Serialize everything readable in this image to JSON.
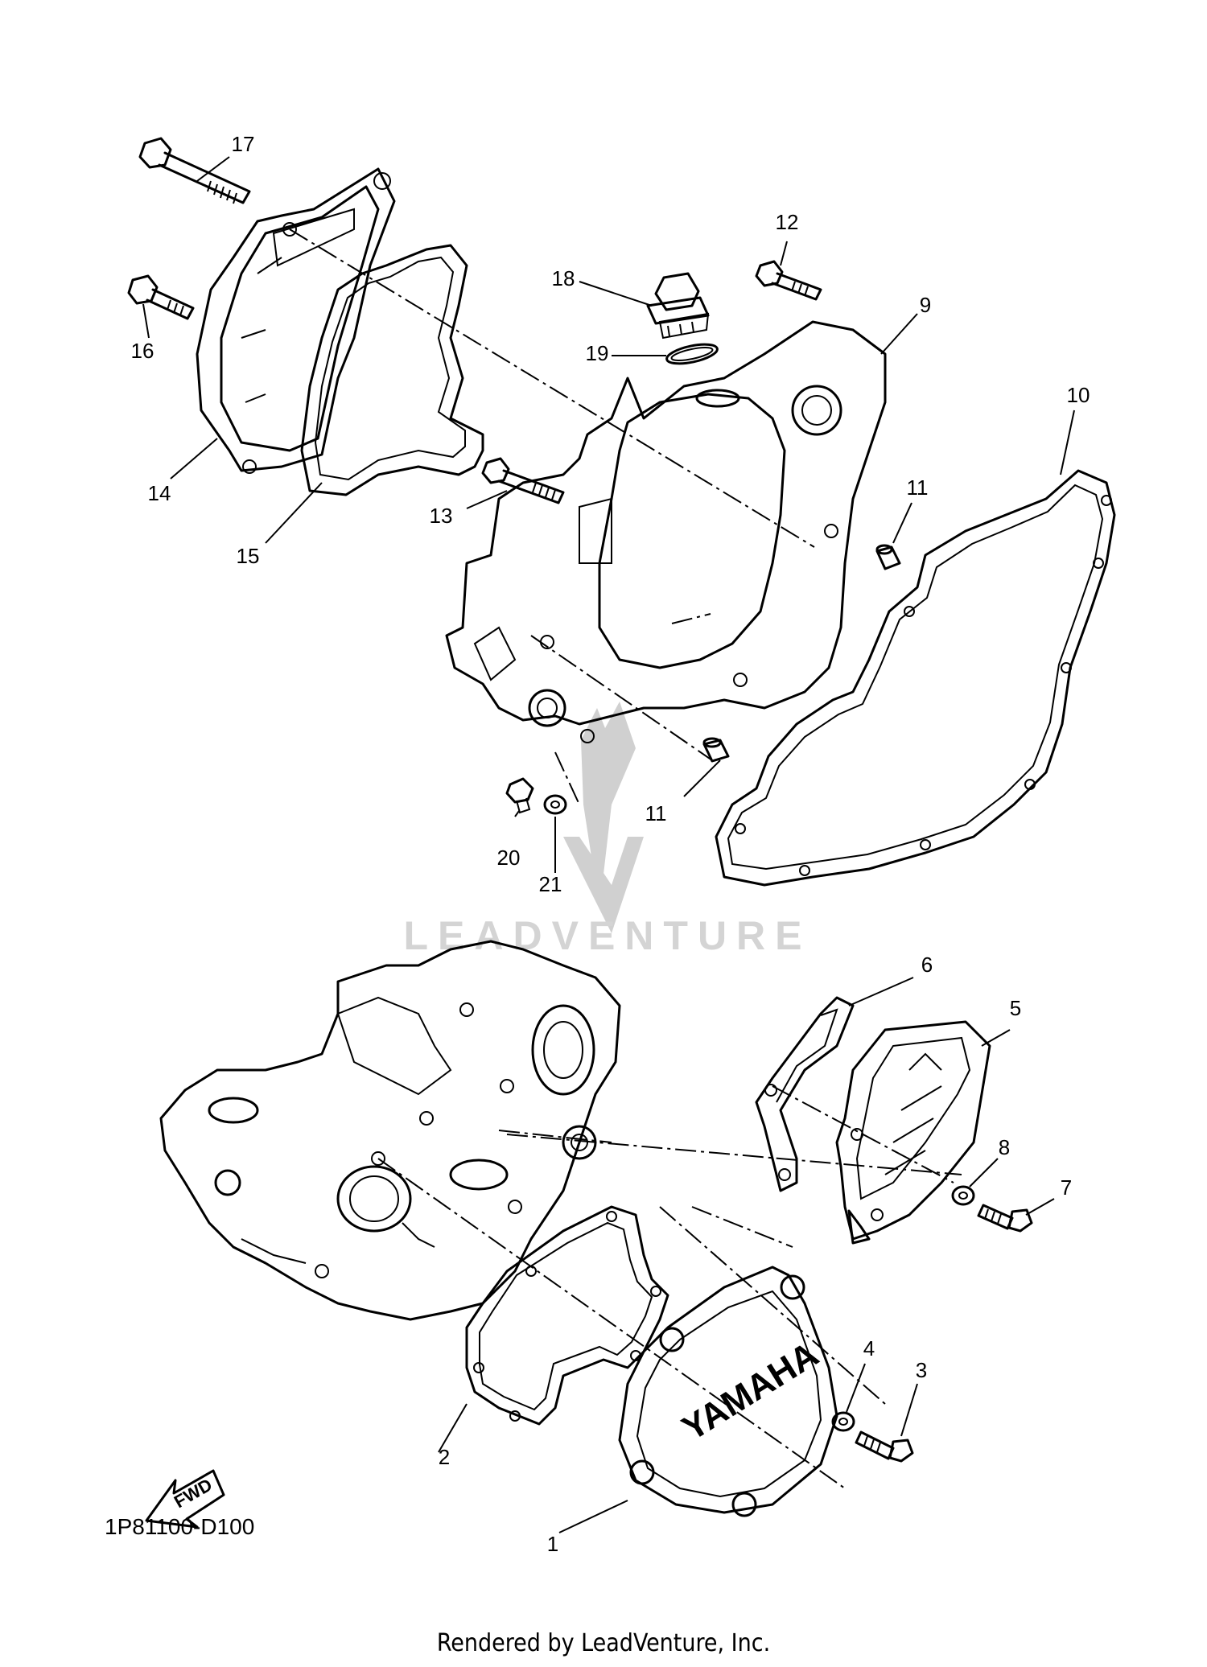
{
  "diagram": {
    "figure_code": "1P81100-D100",
    "footer": "Rendered by LeadVenture, Inc.",
    "watermark_text": "LEADVENTURE",
    "fwd_label": "FWD",
    "logo_text": "YAMAHA",
    "callouts": {
      "c1": "1",
      "c2": "2",
      "c3": "3",
      "c4": "4",
      "c5": "5",
      "c6": "6",
      "c7": "7",
      "c8": "8",
      "c9": "9",
      "c10": "10",
      "c11a": "11",
      "c11b": "11",
      "c12": "12",
      "c13": "13",
      "c14": "14",
      "c15": "15",
      "c16": "16",
      "c17": "17",
      "c18": "18",
      "c19": "19",
      "c20": "20",
      "c21": "21"
    }
  }
}
